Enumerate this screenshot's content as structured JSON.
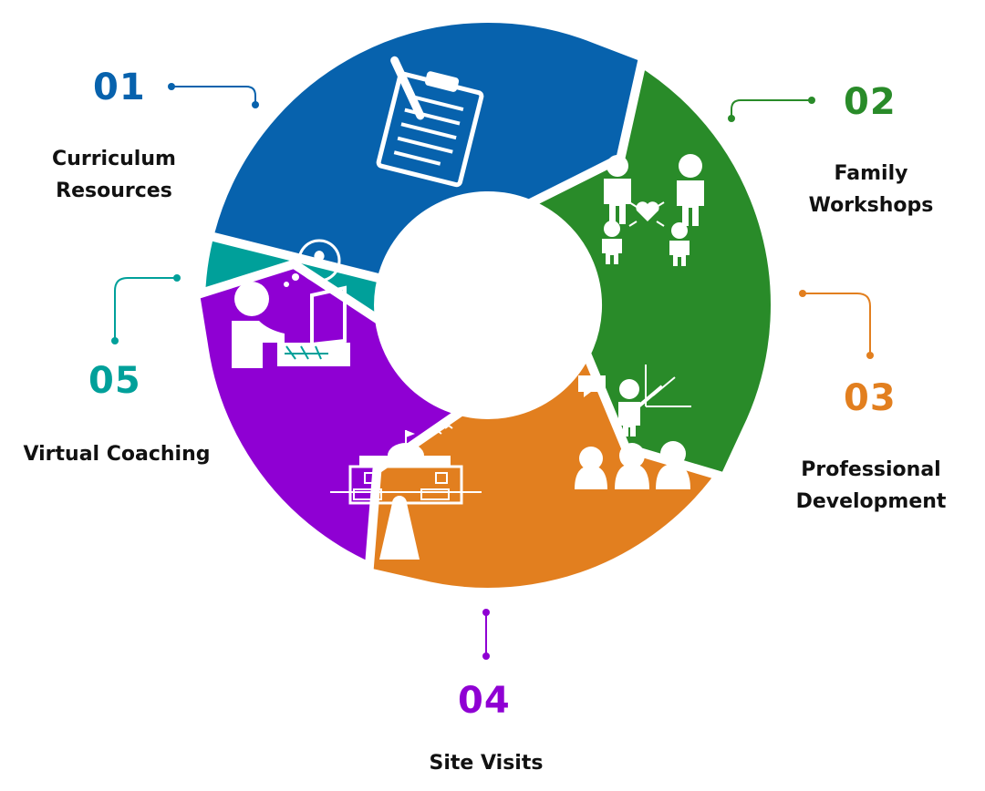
{
  "colors": {
    "step01": "#0762ad",
    "step02": "#298b29",
    "step03": "#e27f1f",
    "step04": "#8f00d3",
    "step05": "#00a09a",
    "text": "#111111",
    "icon": "#ffffff"
  },
  "steps": [
    {
      "number": "01",
      "line1": "Curriculum",
      "line2": "Resources",
      "icon": "clipboard-pencil-icon"
    },
    {
      "number": "02",
      "line1": "Family",
      "line2": "Workshops",
      "icon": "family-heart-icon"
    },
    {
      "number": "03",
      "line1": "Professional",
      "line2": "Development",
      "icon": "teacher-audience-icon"
    },
    {
      "number": "04",
      "line1": "Site Visits",
      "line2": "",
      "icon": "school-building-icon"
    },
    {
      "number": "05",
      "line1": "Virtual Coaching",
      "line2": "",
      "icon": "person-laptop-icon"
    }
  ]
}
